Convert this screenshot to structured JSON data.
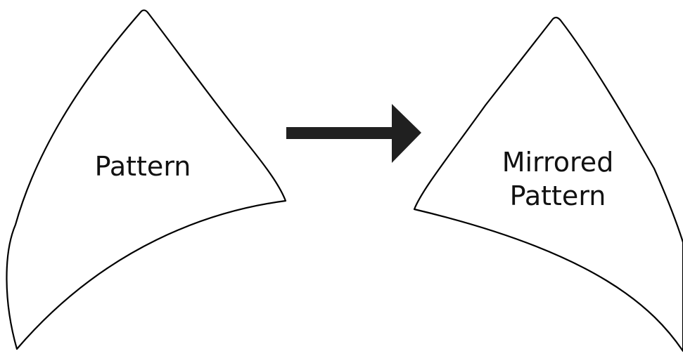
{
  "diagram": {
    "left_label": "Pattern",
    "right_label_line1": "Mirrored",
    "right_label_line2": "Pattern"
  },
  "colors": {
    "stroke": "#000000",
    "arrow": "#202020",
    "background": "#ffffff",
    "text": "#111111"
  }
}
